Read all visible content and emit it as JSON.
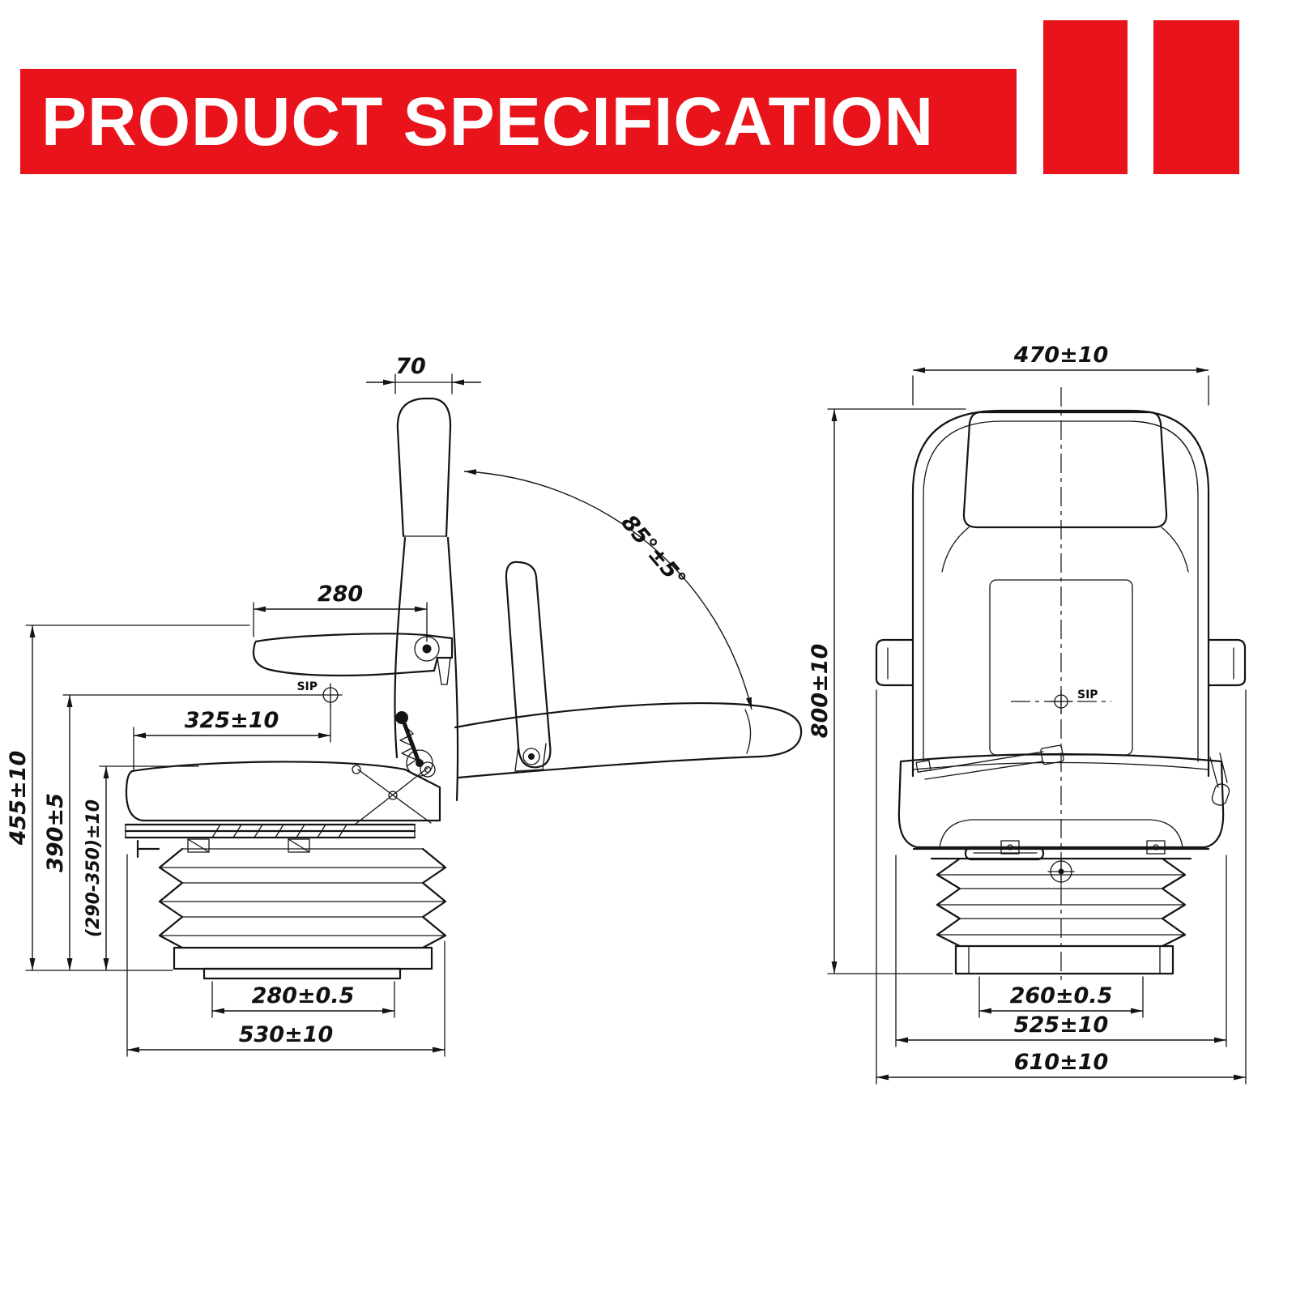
{
  "header": {
    "title": "PRODUCT SPECIFICATION",
    "accent_color": "#E8131B"
  },
  "side_view": {
    "sip_label": "SIP",
    "dim_headrest_thickness": "70",
    "dim_armrest_length": "280",
    "dim_sip_to_front": "325±10",
    "dim_recline_angle": "85°±5°",
    "dim_armrest_height": "455±10",
    "dim_sip_height": "390±5",
    "dim_seat_height_range": "(290-350)±10",
    "dim_mount_width": "280±0.5",
    "dim_overall_depth": "530±10"
  },
  "front_view": {
    "sip_label": "SIP",
    "dim_overall_width_top": "470±10",
    "dim_overall_height": "800±10",
    "dim_mount_width": "260±0.5",
    "dim_seat_width": "525±10",
    "dim_overall_width": "610±10"
  }
}
